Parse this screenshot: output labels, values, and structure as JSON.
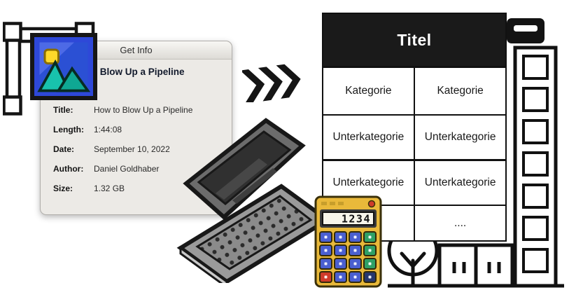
{
  "get_info": {
    "window_title": "Get Info",
    "headline": "How to Blow Up a Pipeline",
    "fields": [
      {
        "label": "Title:",
        "value": "How to Blow Up a Pipeline"
      },
      {
        "label": "Length:",
        "value": "1:44:08"
      },
      {
        "label": "Date:",
        "value": "September 10, 2022"
      },
      {
        "label": "Author:",
        "value": "Daniel Goldhaber"
      },
      {
        "label": "Size:",
        "value": "1.32 GB"
      }
    ]
  },
  "calculator": {
    "display": "1234"
  },
  "table": {
    "title": "Titel",
    "rows": [
      [
        "Kategorie",
        "Kategorie"
      ],
      [
        "Unterkategorie",
        "Unterkategorie"
      ],
      [
        "Unterkategorie",
        "Unterkategorie"
      ],
      [
        "",
        "...."
      ]
    ]
  },
  "icons": {
    "picture_icon": "picture-with-crop-frame",
    "arrows_icon": "fast-forward-chevrons",
    "laptop_icon": "pixel-laptop",
    "calculator_icon": "pixel-calculator",
    "building_icon": "office-building-outline",
    "tree_icon": "tree-outline"
  },
  "colors": {
    "table_header_bg": "#1a1a1a",
    "table_header_text": "#ffffff",
    "outline_black": "#111111",
    "window_bg": "#eceae6",
    "calculator_body": "#e9b93a",
    "icon_frame_blue": "#2e48d8",
    "mountain_teal": "#18c2ad",
    "sun_yellow": "#ffd92a"
  }
}
